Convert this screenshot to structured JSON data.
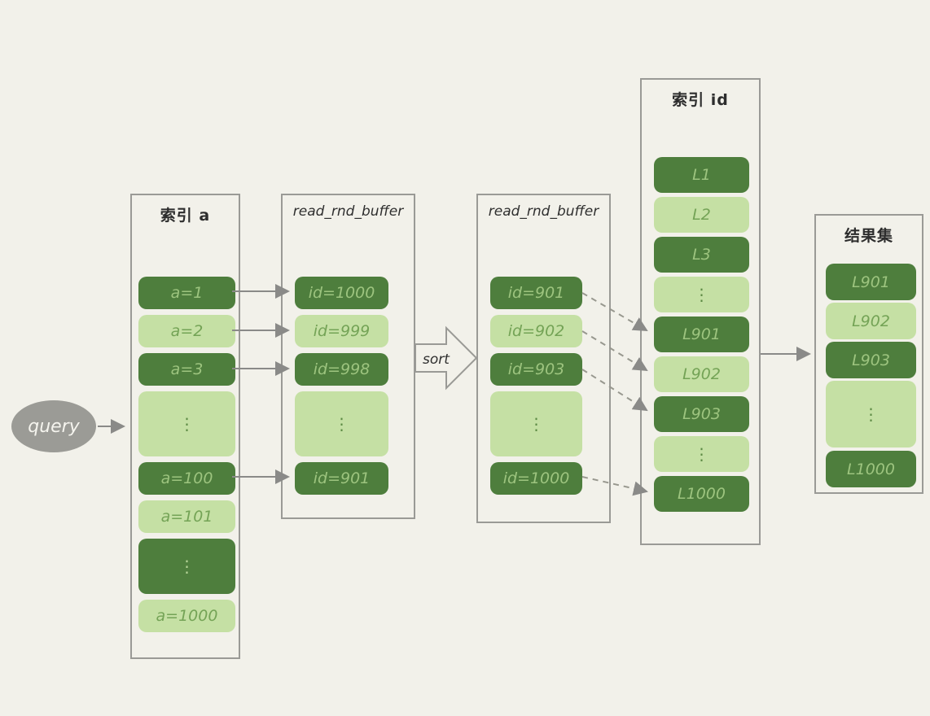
{
  "query": {
    "label": "query"
  },
  "sort": {
    "label": "sort"
  },
  "colors": {
    "background": "#f2f1ea",
    "dark_cell": "#4e7e3d",
    "light_cell": "#c5e0a4",
    "dark_cell_text": "#9dc47f",
    "light_cell_text": "#74a356",
    "panel_border": "#9a9a96",
    "arrow": "#8a8a88",
    "query_ellipse": "#9b9b96"
  },
  "columns": [
    {
      "title": "索引 a",
      "cells": [
        {
          "label": "a=1",
          "shade": "dark"
        },
        {
          "label": "a=2",
          "shade": "light"
        },
        {
          "label": "a=3",
          "shade": "dark"
        },
        {
          "label": "⋮",
          "shade": "light"
        },
        {
          "label": "a=100",
          "shade": "dark"
        },
        {
          "label": "a=101",
          "shade": "light"
        },
        {
          "label": "⋮",
          "shade": "dark"
        },
        {
          "label": "a=1000",
          "shade": "light"
        }
      ]
    },
    {
      "title": "read_rnd_buffer",
      "cells": [
        {
          "label": "id=1000",
          "shade": "dark"
        },
        {
          "label": "id=999",
          "shade": "light"
        },
        {
          "label": "id=998",
          "shade": "dark"
        },
        {
          "label": "⋮",
          "shade": "light"
        },
        {
          "label": "id=901",
          "shade": "dark"
        }
      ]
    },
    {
      "title": "read_rnd_buffer",
      "cells": [
        {
          "label": "id=901",
          "shade": "dark"
        },
        {
          "label": "id=902",
          "shade": "light"
        },
        {
          "label": "id=903",
          "shade": "dark"
        },
        {
          "label": "⋮",
          "shade": "light"
        },
        {
          "label": "id=1000",
          "shade": "dark"
        }
      ]
    },
    {
      "title": "索引 id",
      "cells": [
        {
          "label": "L1",
          "shade": "dark"
        },
        {
          "label": "L2",
          "shade": "light"
        },
        {
          "label": "L3",
          "shade": "dark"
        },
        {
          "label": "⋮",
          "shade": "light"
        },
        {
          "label": "L901",
          "shade": "dark"
        },
        {
          "label": "L902",
          "shade": "light"
        },
        {
          "label": "L903",
          "shade": "dark"
        },
        {
          "label": "⋮",
          "shade": "light"
        },
        {
          "label": "L1000",
          "shade": "dark"
        }
      ]
    },
    {
      "title": "结果集",
      "cells": [
        {
          "label": "L901",
          "shade": "dark"
        },
        {
          "label": "L902",
          "shade": "light"
        },
        {
          "label": "L903",
          "shade": "dark"
        },
        {
          "label": "⋮",
          "shade": "light"
        },
        {
          "label": "L1000",
          "shade": "dark"
        }
      ]
    }
  ]
}
